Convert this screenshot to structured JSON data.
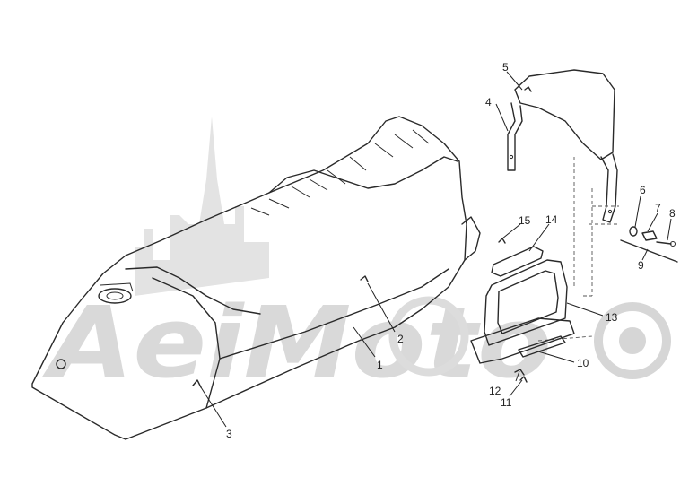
{
  "watermark": {
    "text": "AeiMoto",
    "color": "#d9d9d9"
  },
  "callouts": [
    {
      "id": "1",
      "label": "1"
    },
    {
      "id": "2",
      "label": "2"
    },
    {
      "id": "3",
      "label": "3"
    },
    {
      "id": "4",
      "label": "4"
    },
    {
      "id": "5",
      "label": "5"
    },
    {
      "id": "6",
      "label": "6"
    },
    {
      "id": "7",
      "label": "7"
    },
    {
      "id": "8",
      "label": "8"
    },
    {
      "id": "9",
      "label": "9"
    },
    {
      "id": "10",
      "label": "10"
    },
    {
      "id": "11",
      "label": "11"
    },
    {
      "id": "12",
      "label": "12"
    },
    {
      "id": "13",
      "label": "13"
    },
    {
      "id": "14",
      "label": "14"
    },
    {
      "id": "15",
      "label": "15"
    }
  ],
  "colors": {
    "line": "#2a2a2a",
    "background": "#ffffff"
  }
}
